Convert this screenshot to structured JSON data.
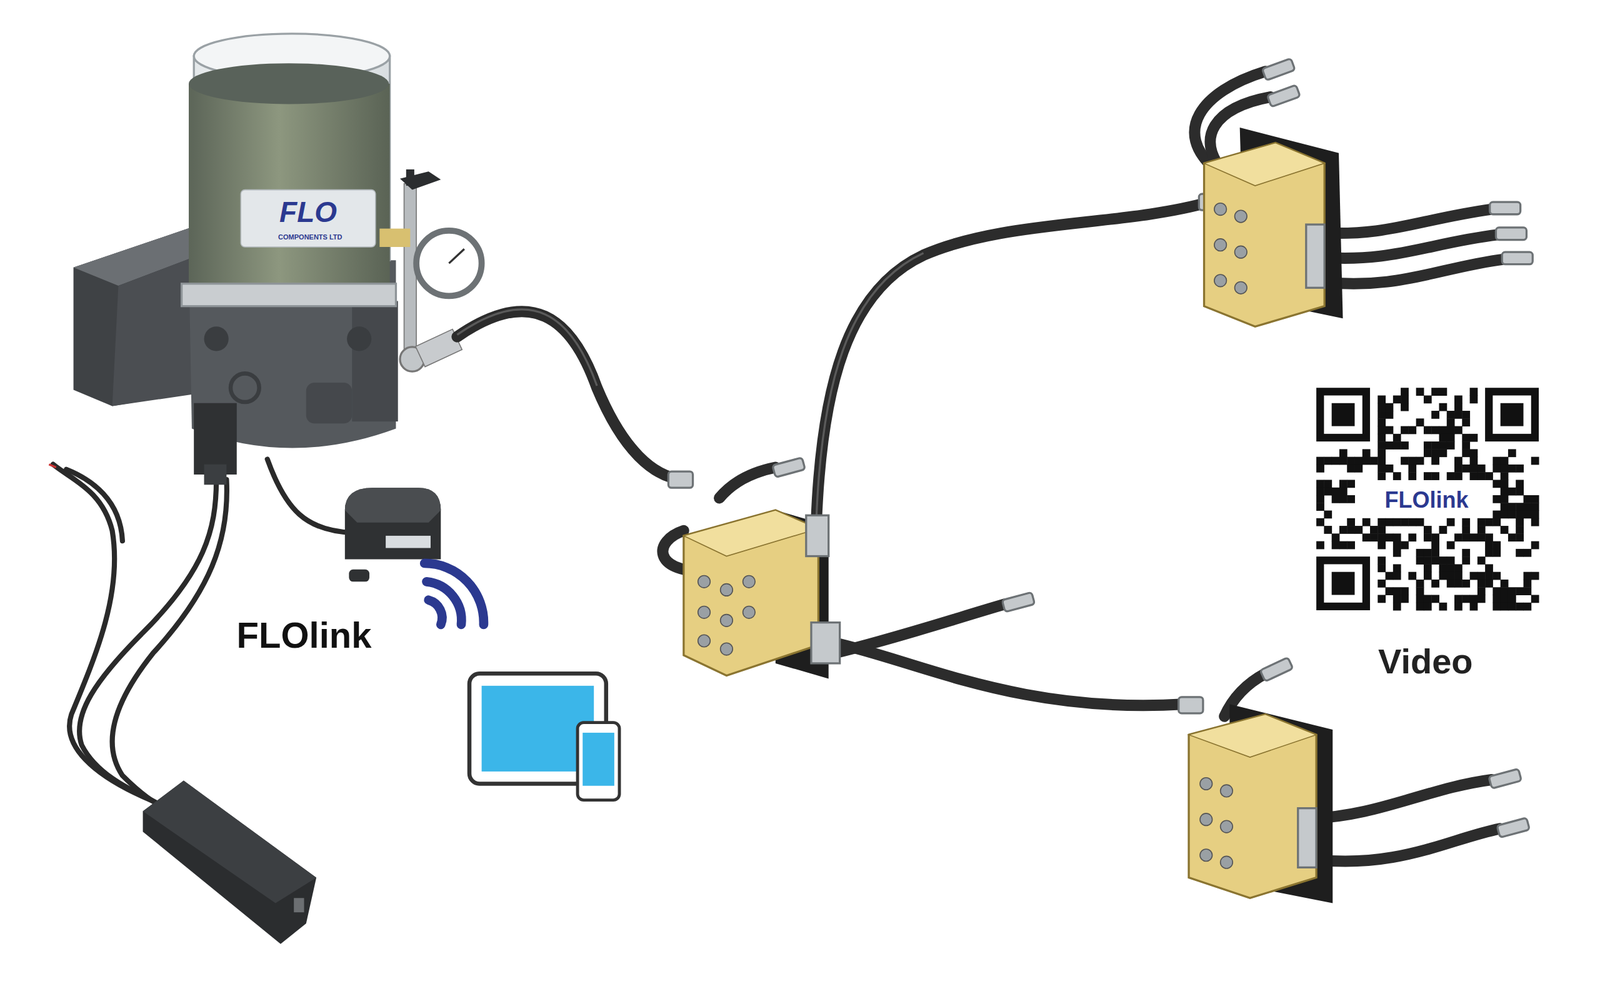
{
  "diagram": {
    "labels": [
      "FLO",
      "COMPONENTS LTD",
      "FLOlink",
      "FLOlink",
      "Video"
    ]
  }
}
